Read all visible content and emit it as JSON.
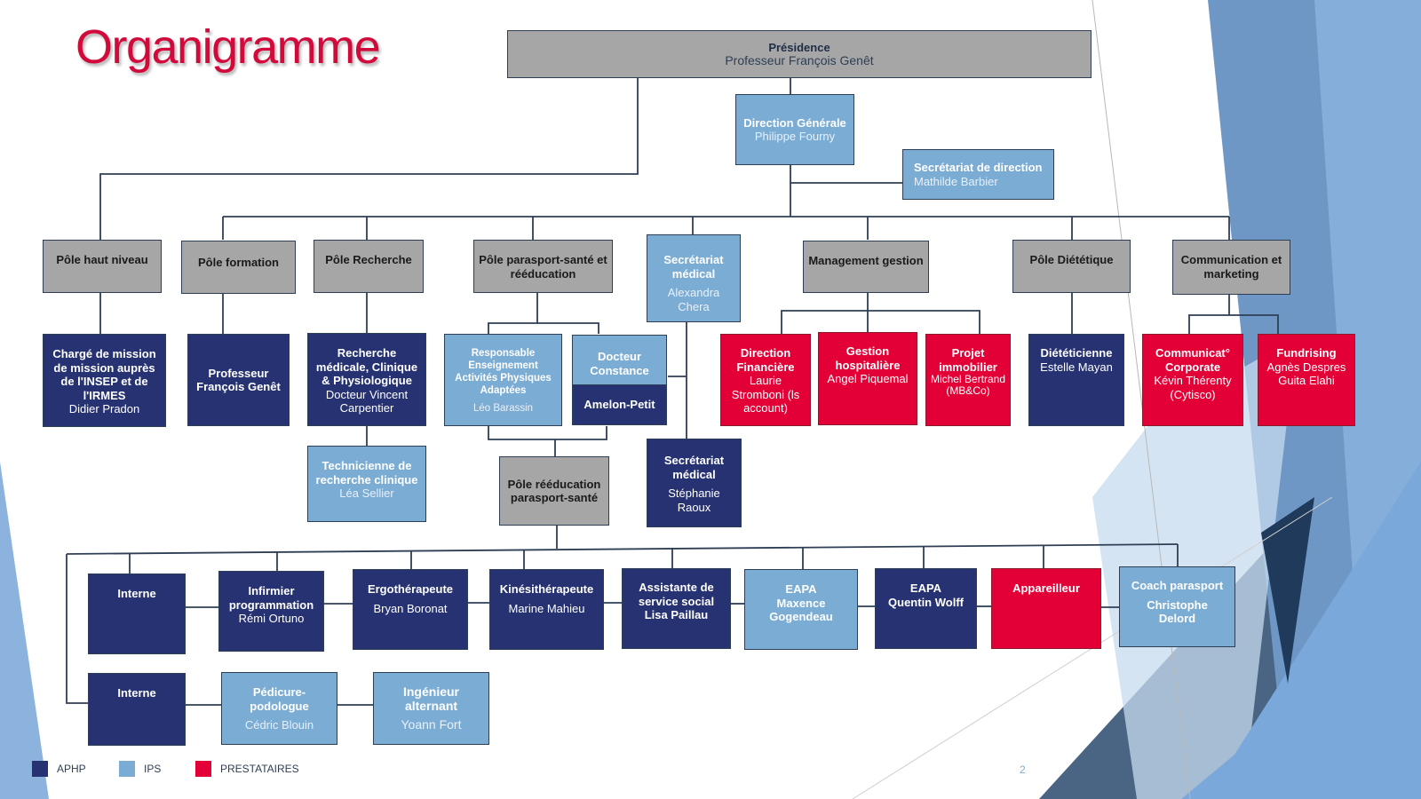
{
  "title": "Organigramme",
  "page_number": "2",
  "colors": {
    "aphp": "#263271",
    "ips": "#7bacd4",
    "prestataires": "#e20036",
    "pole_gray": "#a6a6a6",
    "title_red": "#d20a3c"
  },
  "top": {
    "presidence": {
      "title": "Présidence",
      "name": "Professeur François Genêt"
    },
    "direction_generale": {
      "title": "Direction Générale",
      "name": "Philippe Fourny"
    },
    "secretariat_direction": {
      "title": "Secrétariat de direction",
      "name": "Mathilde Barbier"
    }
  },
  "poles": {
    "haut_niveau": {
      "title": "Pôle haut niveau"
    },
    "formation": {
      "title": "Pôle formation"
    },
    "recherche": {
      "title": "Pôle Recherche"
    },
    "parasport": {
      "title": "Pôle parasport-santé et rééducation"
    },
    "secretariat_medical_1": {
      "title": "Secrétariat médical",
      "name": "Alexandra Chera"
    },
    "management": {
      "title": "Management gestion"
    },
    "dietetique": {
      "title": "Pôle Diététique"
    },
    "communication": {
      "title": "Communication et marketing"
    }
  },
  "level3": {
    "charge_mission": {
      "title": "Chargé de mission de mission auprès de l'INSEP et de l'IRMES",
      "name": "Didier Pradon"
    },
    "prof_formation": {
      "title": "Professeur François Genêt"
    },
    "recherche_medicale": {
      "title": "Recherche médicale, Clinique & Physiologique",
      "name": "Docteur Vincent Carpentier"
    },
    "technicienne": {
      "title": "Technicienne de recherche clinique",
      "name": "Léa Sellier"
    },
    "responsable_apa": {
      "title": "Responsable Enseignement Activités Physiques Adaptées",
      "name": "Léo Barassin"
    },
    "docteur_constance": {
      "title": "Docteur Constance",
      "name": "Amelon-Petit"
    },
    "pole_reeducation": {
      "title": "Pôle rééducation parasport-santé"
    },
    "secretariat_medical_2": {
      "title": "Secrétariat médical",
      "name": "Stéphanie Raoux"
    },
    "direction_financiere": {
      "title": "Direction Financière",
      "name": "Laurie Stromboni (ls account)"
    },
    "gestion_hospitaliere": {
      "title": "Gestion hospitalière",
      "name": "Angel Piquemal"
    },
    "projet_immobilier": {
      "title": "Projet immobilier",
      "name": "Michel Bertrand (MB&Co)"
    },
    "dieteticienne": {
      "title": "Diététicienne",
      "name": "Estelle Mayan"
    },
    "communication_corporate": {
      "title": "Communicat° Corporate",
      "name": "Kévin Thérenty (Cytisco)"
    },
    "fundrising": {
      "title": "Fundrising",
      "name": "Agnès Despres Guita Elahi"
    }
  },
  "staff_row1": [
    {
      "title": "Interne",
      "name": ""
    },
    {
      "title": "Infirmier programmation",
      "name": "Rémi Ortuno"
    },
    {
      "title": "Ergothérapeute",
      "name": "Bryan Boronat"
    },
    {
      "title": "Kinésithérapeute",
      "name": "Marine Mahieu"
    },
    {
      "title": "Assistante de service social",
      "name": "Lisa Paillau"
    },
    {
      "title": "EAPA",
      "name": "Maxence Gogendeau"
    },
    {
      "title": "EAPA",
      "name": "Quentin Wolff"
    },
    {
      "title": "Appareilleur",
      "name": ""
    },
    {
      "title": "Coach parasport",
      "name": "Christophe Delord"
    }
  ],
  "staff_row2": [
    {
      "title": "Interne",
      "name": ""
    },
    {
      "title": "Pédicure-podologue",
      "name": "Cédric Blouin"
    },
    {
      "title": "Ingénieur alternant",
      "name": "Yoann Fort"
    }
  ],
  "legend": [
    {
      "label": "APHP",
      "color": "#263271"
    },
    {
      "label": "IPS",
      "color": "#7bacd4"
    },
    {
      "label": "PRESTATAIRES",
      "color": "#e20036"
    }
  ]
}
